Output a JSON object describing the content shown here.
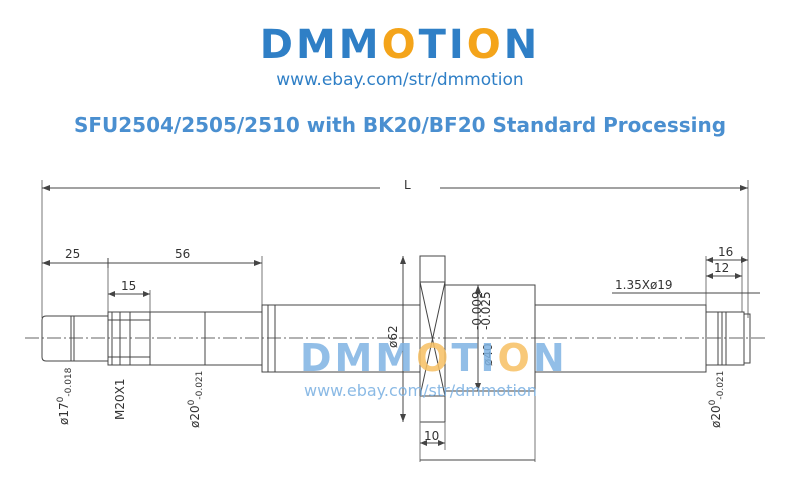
{
  "header": {
    "brand_parts": [
      "DMM",
      "O",
      "TI",
      "O",
      "N"
    ],
    "url": "www.ebay.com/str/dmmotion",
    "subtitle": "SFU2504/2505/2510 with BK20/BF20 Standard Processing"
  },
  "drawing": {
    "length_label": "L",
    "dim_25": "25",
    "dim_56": "56",
    "dim_15": "15",
    "dim_16": "16",
    "dim_12": "12",
    "dim_10": "10",
    "groove_label": "1.35Xø19",
    "dia_17": "ø17",
    "dia_17_tol": "0",
    "dia_17_tol_low": "-0.018",
    "thread_m20": "M20X1",
    "dia_20_left": "ø20",
    "dia_20_tol": "0",
    "dia_20_tol_low": "-0.021",
    "dia_62": "ø62",
    "dia_40": "ø40",
    "dia_40_tol_high": "-0.009",
    "dia_40_tol_low": "-0.025",
    "dia_20_right": "ø20",
    "dia_20_right_tol": "0",
    "dia_20_right_tol_low": "-0.021"
  },
  "watermark": {
    "brand_parts": [
      "DMM",
      "O",
      "TI",
      "O",
      "N"
    ],
    "url": "www.ebay.com/str/dmmotion"
  }
}
